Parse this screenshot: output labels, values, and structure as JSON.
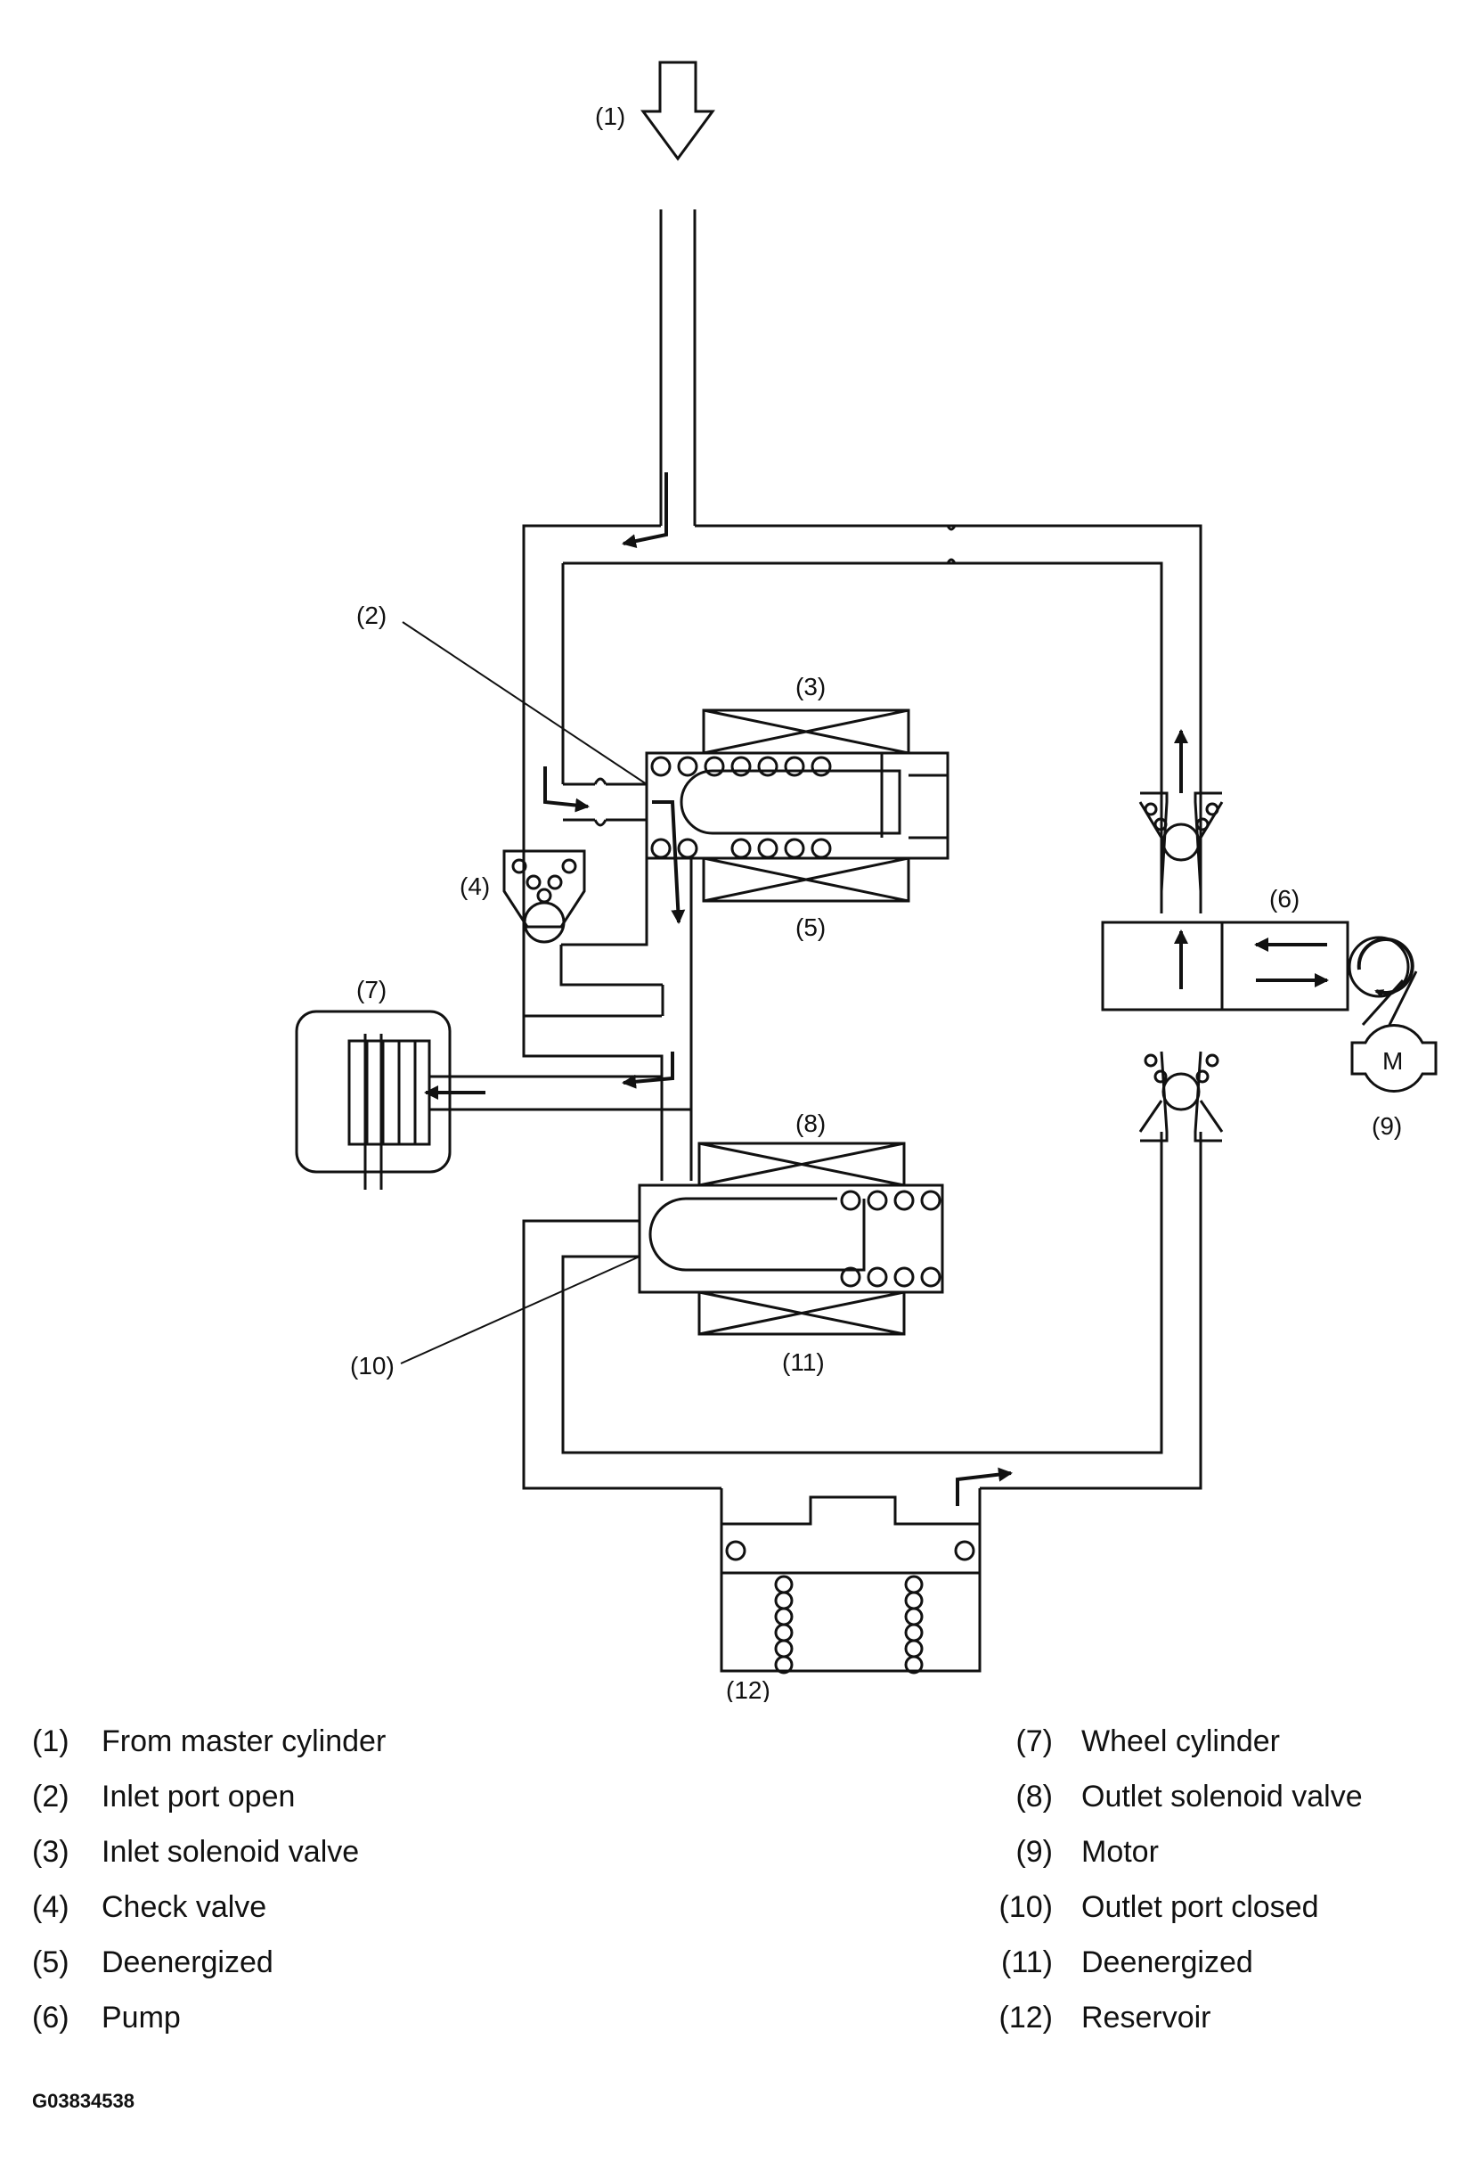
{
  "diagram": {
    "callouts": {
      "c1": "(1)",
      "c2": "(2)",
      "c3": "(3)",
      "c4": "(4)",
      "c5": "(5)",
      "c6": "(6)",
      "c7": "(7)",
      "c8": "(8)",
      "c9": "(9)",
      "c10": "(10)",
      "c11": "(11)",
      "c12": "(12)"
    },
    "motor_symbol": "M"
  },
  "legend": {
    "left": [
      {
        "num": "(1)",
        "text": "From master cylinder"
      },
      {
        "num": "(2)",
        "text": "Inlet port open"
      },
      {
        "num": "(3)",
        "text": "Inlet solenoid valve"
      },
      {
        "num": "(4)",
        "text": "Check valve"
      },
      {
        "num": "(5)",
        "text": "Deenergized"
      },
      {
        "num": "(6)",
        "text": "Pump"
      }
    ],
    "right": [
      {
        "num": "(7)",
        "text": "Wheel cylinder"
      },
      {
        "num": "(8)",
        "text": "Outlet solenoid valve"
      },
      {
        "num": "(9)",
        "text": "Motor"
      },
      {
        "num": "(10)",
        "text": "Outlet port closed"
      },
      {
        "num": "(11)",
        "text": "Deenergized"
      },
      {
        "num": "(12)",
        "text": "Reservoir"
      }
    ]
  },
  "figure_id": "G03834538"
}
